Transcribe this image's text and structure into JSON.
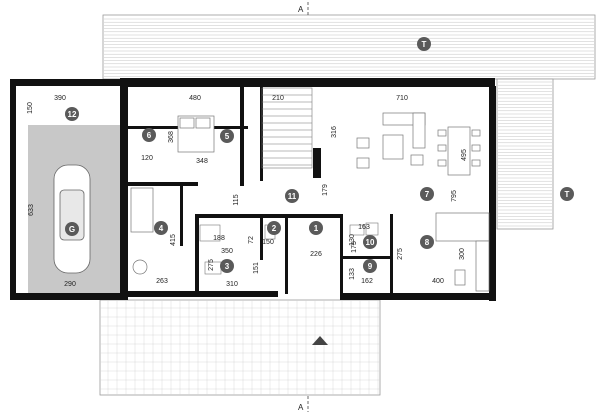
{
  "section_marks": {
    "top": "A",
    "bottom": "A"
  },
  "rooms": [
    "1",
    "2",
    "3",
    "4",
    "5",
    "6",
    "7",
    "8",
    "9",
    "10",
    "11",
    "12",
    "G",
    "T",
    "T"
  ],
  "dimensions": [
    "390",
    "150",
    "480",
    "210",
    "710",
    "316",
    "495",
    "348",
    "120",
    "368",
    "179",
    "795",
    "115",
    "633",
    "415",
    "188",
    "72",
    "150",
    "226",
    "163",
    "130",
    "175",
    "275",
    "300",
    "350",
    "275",
    "151",
    "133",
    "263",
    "310",
    "162",
    "400",
    "290"
  ],
  "colors": {
    "wall": "#111111",
    "badge": "#5a5a5a",
    "garage": "#c8c8c8",
    "terrace_line": "#9a9a9a",
    "accent_line": "#d04848"
  }
}
